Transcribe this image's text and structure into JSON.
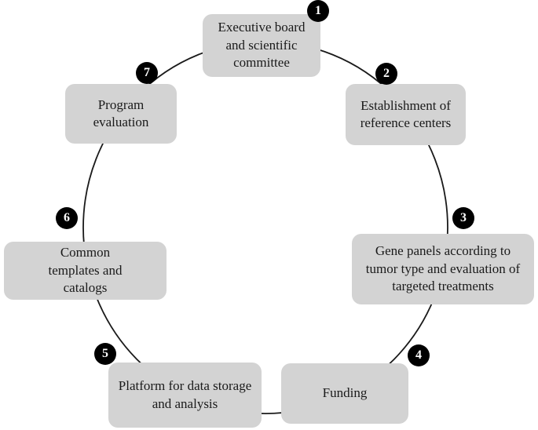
{
  "diagram": {
    "type": "cycle",
    "colors": {
      "box_fill": "#d3d3d3",
      "badge_fill": "#000000",
      "badge_text": "#ffffff",
      "line": "#1a1a1a",
      "text": "#1a1a1a",
      "background": "#ffffff"
    },
    "steps": [
      {
        "number": "1",
        "label": "Executive board\nand scientific\ncommittee"
      },
      {
        "number": "2",
        "label": "Establishment of\nreference centers"
      },
      {
        "number": "3",
        "label": "Gene panels according to\ntumor type and evaluation of\ntargeted treatments"
      },
      {
        "number": "4",
        "label": "Funding"
      },
      {
        "number": "5",
        "label": "Platform for data storage\nand analysis"
      },
      {
        "number": "6",
        "label": "Common\ntemplates and\ncatalogs"
      },
      {
        "number": "7",
        "label": "Program\nevaluation"
      }
    ]
  }
}
